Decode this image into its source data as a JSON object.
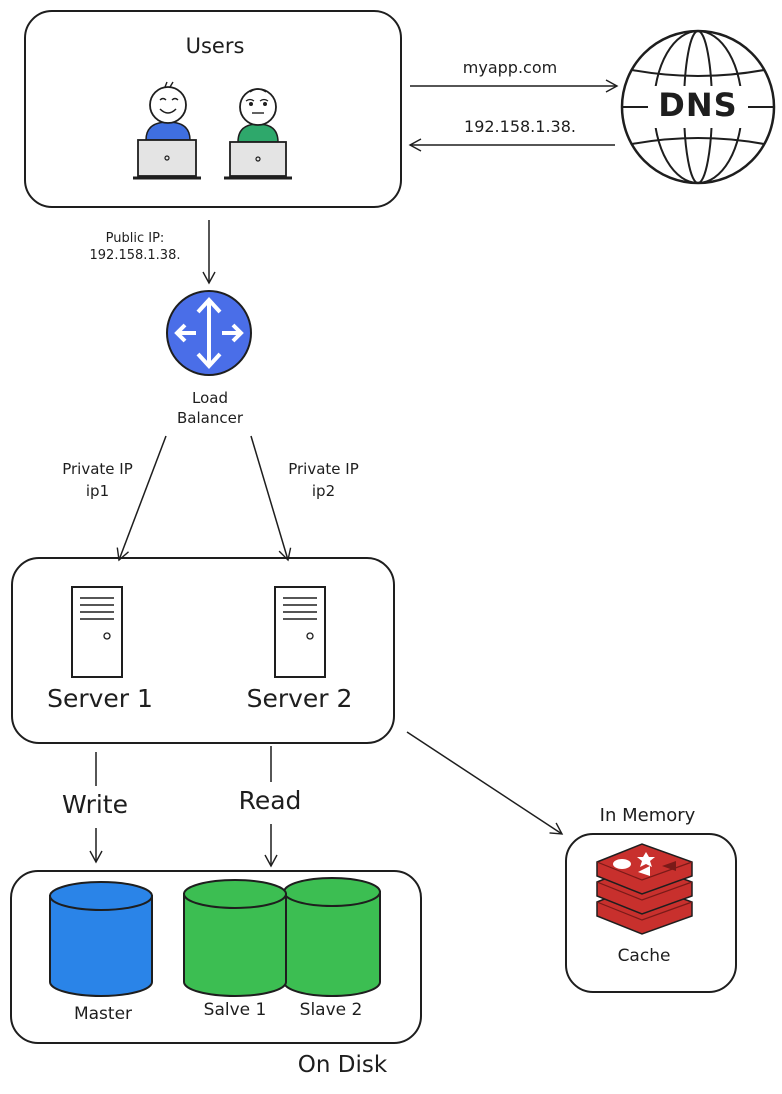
{
  "users": {
    "title": "Users"
  },
  "dns": {
    "label": "DNS",
    "request": "myapp.com",
    "response": "192.158.1.38."
  },
  "public_ip": {
    "line1": "Public IP:",
    "line2": "192.158.1.38."
  },
  "load_balancer": {
    "line1": "Load",
    "line2": "Balancer"
  },
  "private_ip_1": {
    "line1": "Private IP",
    "line2": "ip1"
  },
  "private_ip_2": {
    "line1": "Private IP",
    "line2": "ip2"
  },
  "servers": {
    "server1": "Server 1",
    "server2": "Server 2"
  },
  "ops": {
    "write": "Write",
    "read": "Read"
  },
  "databases": {
    "master": "Master",
    "slave1": "Salve 1",
    "slave2": "Slave 2",
    "group_label": "On Disk"
  },
  "cache": {
    "group_label": "In Memory",
    "label": "Cache"
  },
  "colors": {
    "master": "#2a84e8",
    "slave": "#3cbe52",
    "load_balancer": "#4a6ee8",
    "cache": "#c8302d",
    "user1_body": "#3f6fe0",
    "user2_body": "#2ea86b"
  }
}
